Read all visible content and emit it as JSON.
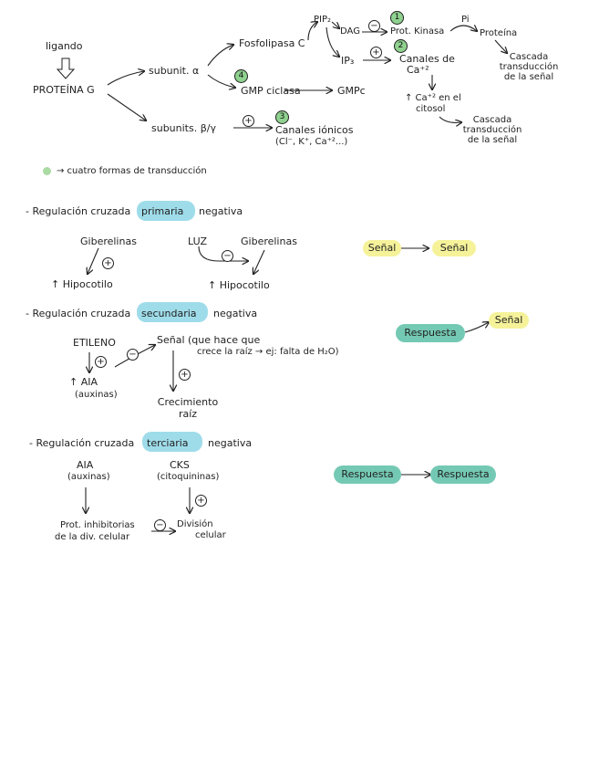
{
  "colors": {
    "ink": "#222222",
    "green_circle": "#8fd18f",
    "blue_highlight": "#9fdcea",
    "yellow": "#f5f29a",
    "teal": "#74c9b4",
    "legend_dot": "#a9dba3"
  },
  "top": {
    "ligando": "ligando",
    "proteina_g": "PROTEÍNA G",
    "subunit_alpha": "subunit. α",
    "subunits_bg": "subunits. β/γ",
    "fosfolipasa": "Fosfolipasa C",
    "gmp_ciclasa": "GMP ciclasa",
    "gmpc": "GMPc",
    "pip2": "PIP₂",
    "dag": "DAG",
    "ip3": "IP₃",
    "prot_kinasa": "Prot. Kinasa",
    "pi": "Pi",
    "proteina": "Proteína",
    "canales_ca_1": "Canales de",
    "canales_ca_2": "Ca⁺²",
    "cascada1_l1": "Cascada",
    "cascada1_l2": "transducción",
    "cascada1_l3": "de la señal",
    "ca_citosol_l1": "↑ Ca⁺² en el",
    "ca_citosol_l2": "citosol",
    "cascada2_l1": "Cascada",
    "cascada2_l2": "transducción",
    "cascada2_l3": "de la señal",
    "canales_ionicos_l1": "Canales iónicos",
    "canales_ionicos_l2": "(Cl⁻, K⁺, Ca⁺²...)",
    "n1": "1",
    "n2": "2",
    "n3": "3",
    "n4": "4",
    "plus": "+",
    "minus": "−",
    "legend": "→ cuatro formas de transducción"
  },
  "sec1": {
    "heading_pre": "- Regulación cruzada",
    "heading_hl": "primaria",
    "heading_post": "negativa",
    "giberelinas_a": "Giberelinas",
    "hipocotilo_a": "↑ Hipocotilo",
    "luz": "LUZ",
    "giberelinas_b": "Giberelinas",
    "hipocotilo_b": "↑ Hipocotilo",
    "pill_left": "Señal",
    "pill_right": "Señal"
  },
  "sec2": {
    "heading_pre": "- Regulación cruzada",
    "heading_hl": "secundaria",
    "heading_post": "negativa",
    "etileno": "ETILENO",
    "senal_l1": "Señal (que hace que",
    "senal_l2": "crece la raíz → ej: falta de H₂O)",
    "aia": "↑ AIA",
    "auxinas": "(auxinas)",
    "crecimiento_l1": "Crecimiento",
    "crecimiento_l2": "raíz",
    "pill_left": "Respuesta",
    "pill_right": "Señal"
  },
  "sec3": {
    "heading_pre": "- Regulación cruzada",
    "heading_hl": "terciaria",
    "heading_post": "negativa",
    "aia": "AIA",
    "auxinas": "(auxinas)",
    "cks": "CKS",
    "citoquininas": "(citoquininas)",
    "prot_inhib_l1": "Prot. inhibitorias",
    "prot_inhib_l2": "de la div. celular",
    "division_l1": "División",
    "division_l2": "celular",
    "pill_left": "Respuesta",
    "pill_right": "Respuesta"
  }
}
